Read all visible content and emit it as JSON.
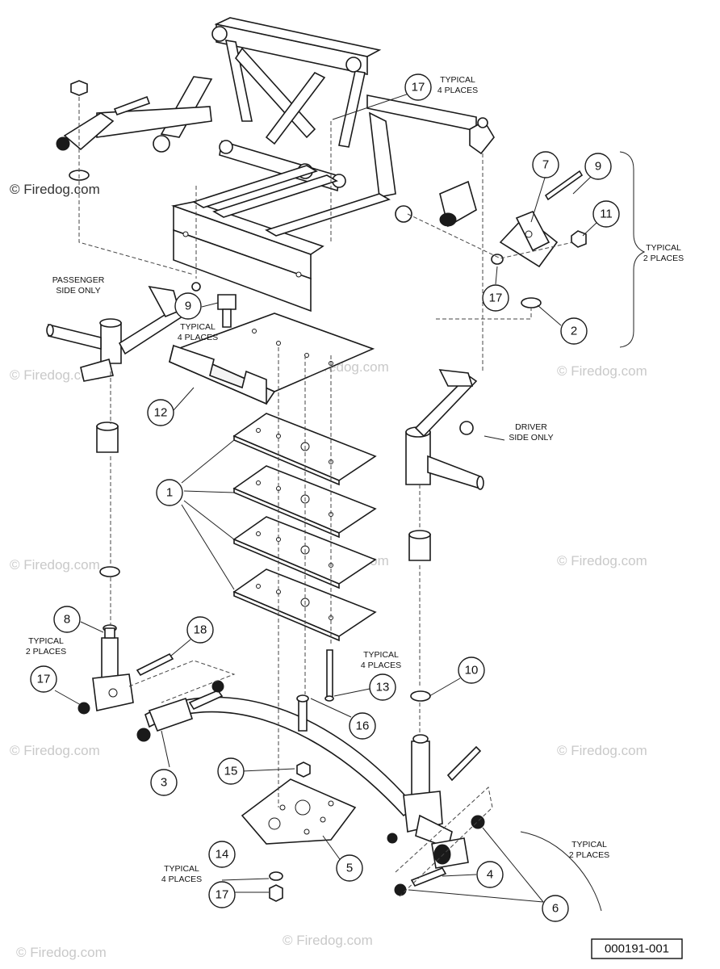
{
  "callouts": {
    "c1": "1",
    "c2": "2",
    "c3": "3",
    "c4": "4",
    "c5": "5",
    "c6": "6",
    "c7": "7",
    "c8": "8",
    "c9a": "9",
    "c9b": "9",
    "c10": "10",
    "c11": "11",
    "c12": "12",
    "c13": "13",
    "c14": "14",
    "c15": "15",
    "c16": "16",
    "c17a": "17",
    "c17b": "17",
    "c17c": "17",
    "c17d": "17",
    "c18": "18"
  },
  "notes": {
    "typical_4_places": [
      "TYPICAL",
      "4 PLACES"
    ],
    "typical_2_places": [
      "TYPICAL",
      "2 PLACES"
    ],
    "passenger_side_only": [
      "PASSENGER",
      "SIDE ONLY"
    ],
    "driver_side_only": [
      "DRIVER",
      "SIDE ONLY"
    ]
  },
  "figure_id": "000191-001",
  "watermark": "© Firedog.com",
  "watermark_color": "#c9c9c9"
}
